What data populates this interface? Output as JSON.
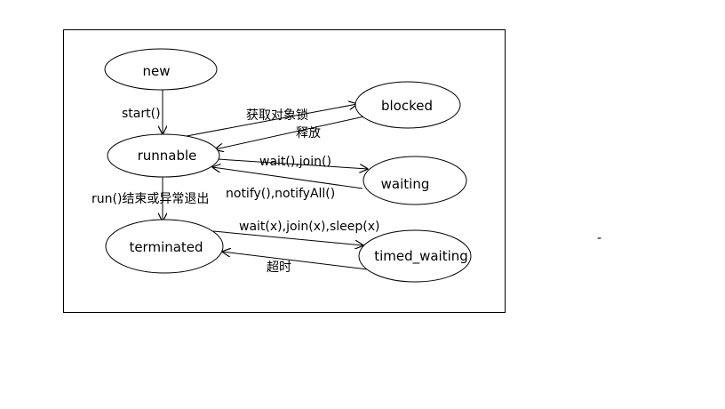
{
  "states": {
    "new": "new",
    "runnable": "runnable",
    "blocked": "blocked",
    "waiting": "waiting",
    "terminated": "terminated",
    "timed_waiting": "timed_waiting"
  },
  "transitions": {
    "start": "start()",
    "acquire_lock": "获取对象锁",
    "release": "释放",
    "wait_join": "wait(),join()",
    "notify": "notify(),notifyAll()",
    "run_end": "run()结束或异常退出",
    "timed_wait": "wait(x),join(x),sleep(x)",
    "timeout": "超时"
  },
  "stray_mark": "-"
}
